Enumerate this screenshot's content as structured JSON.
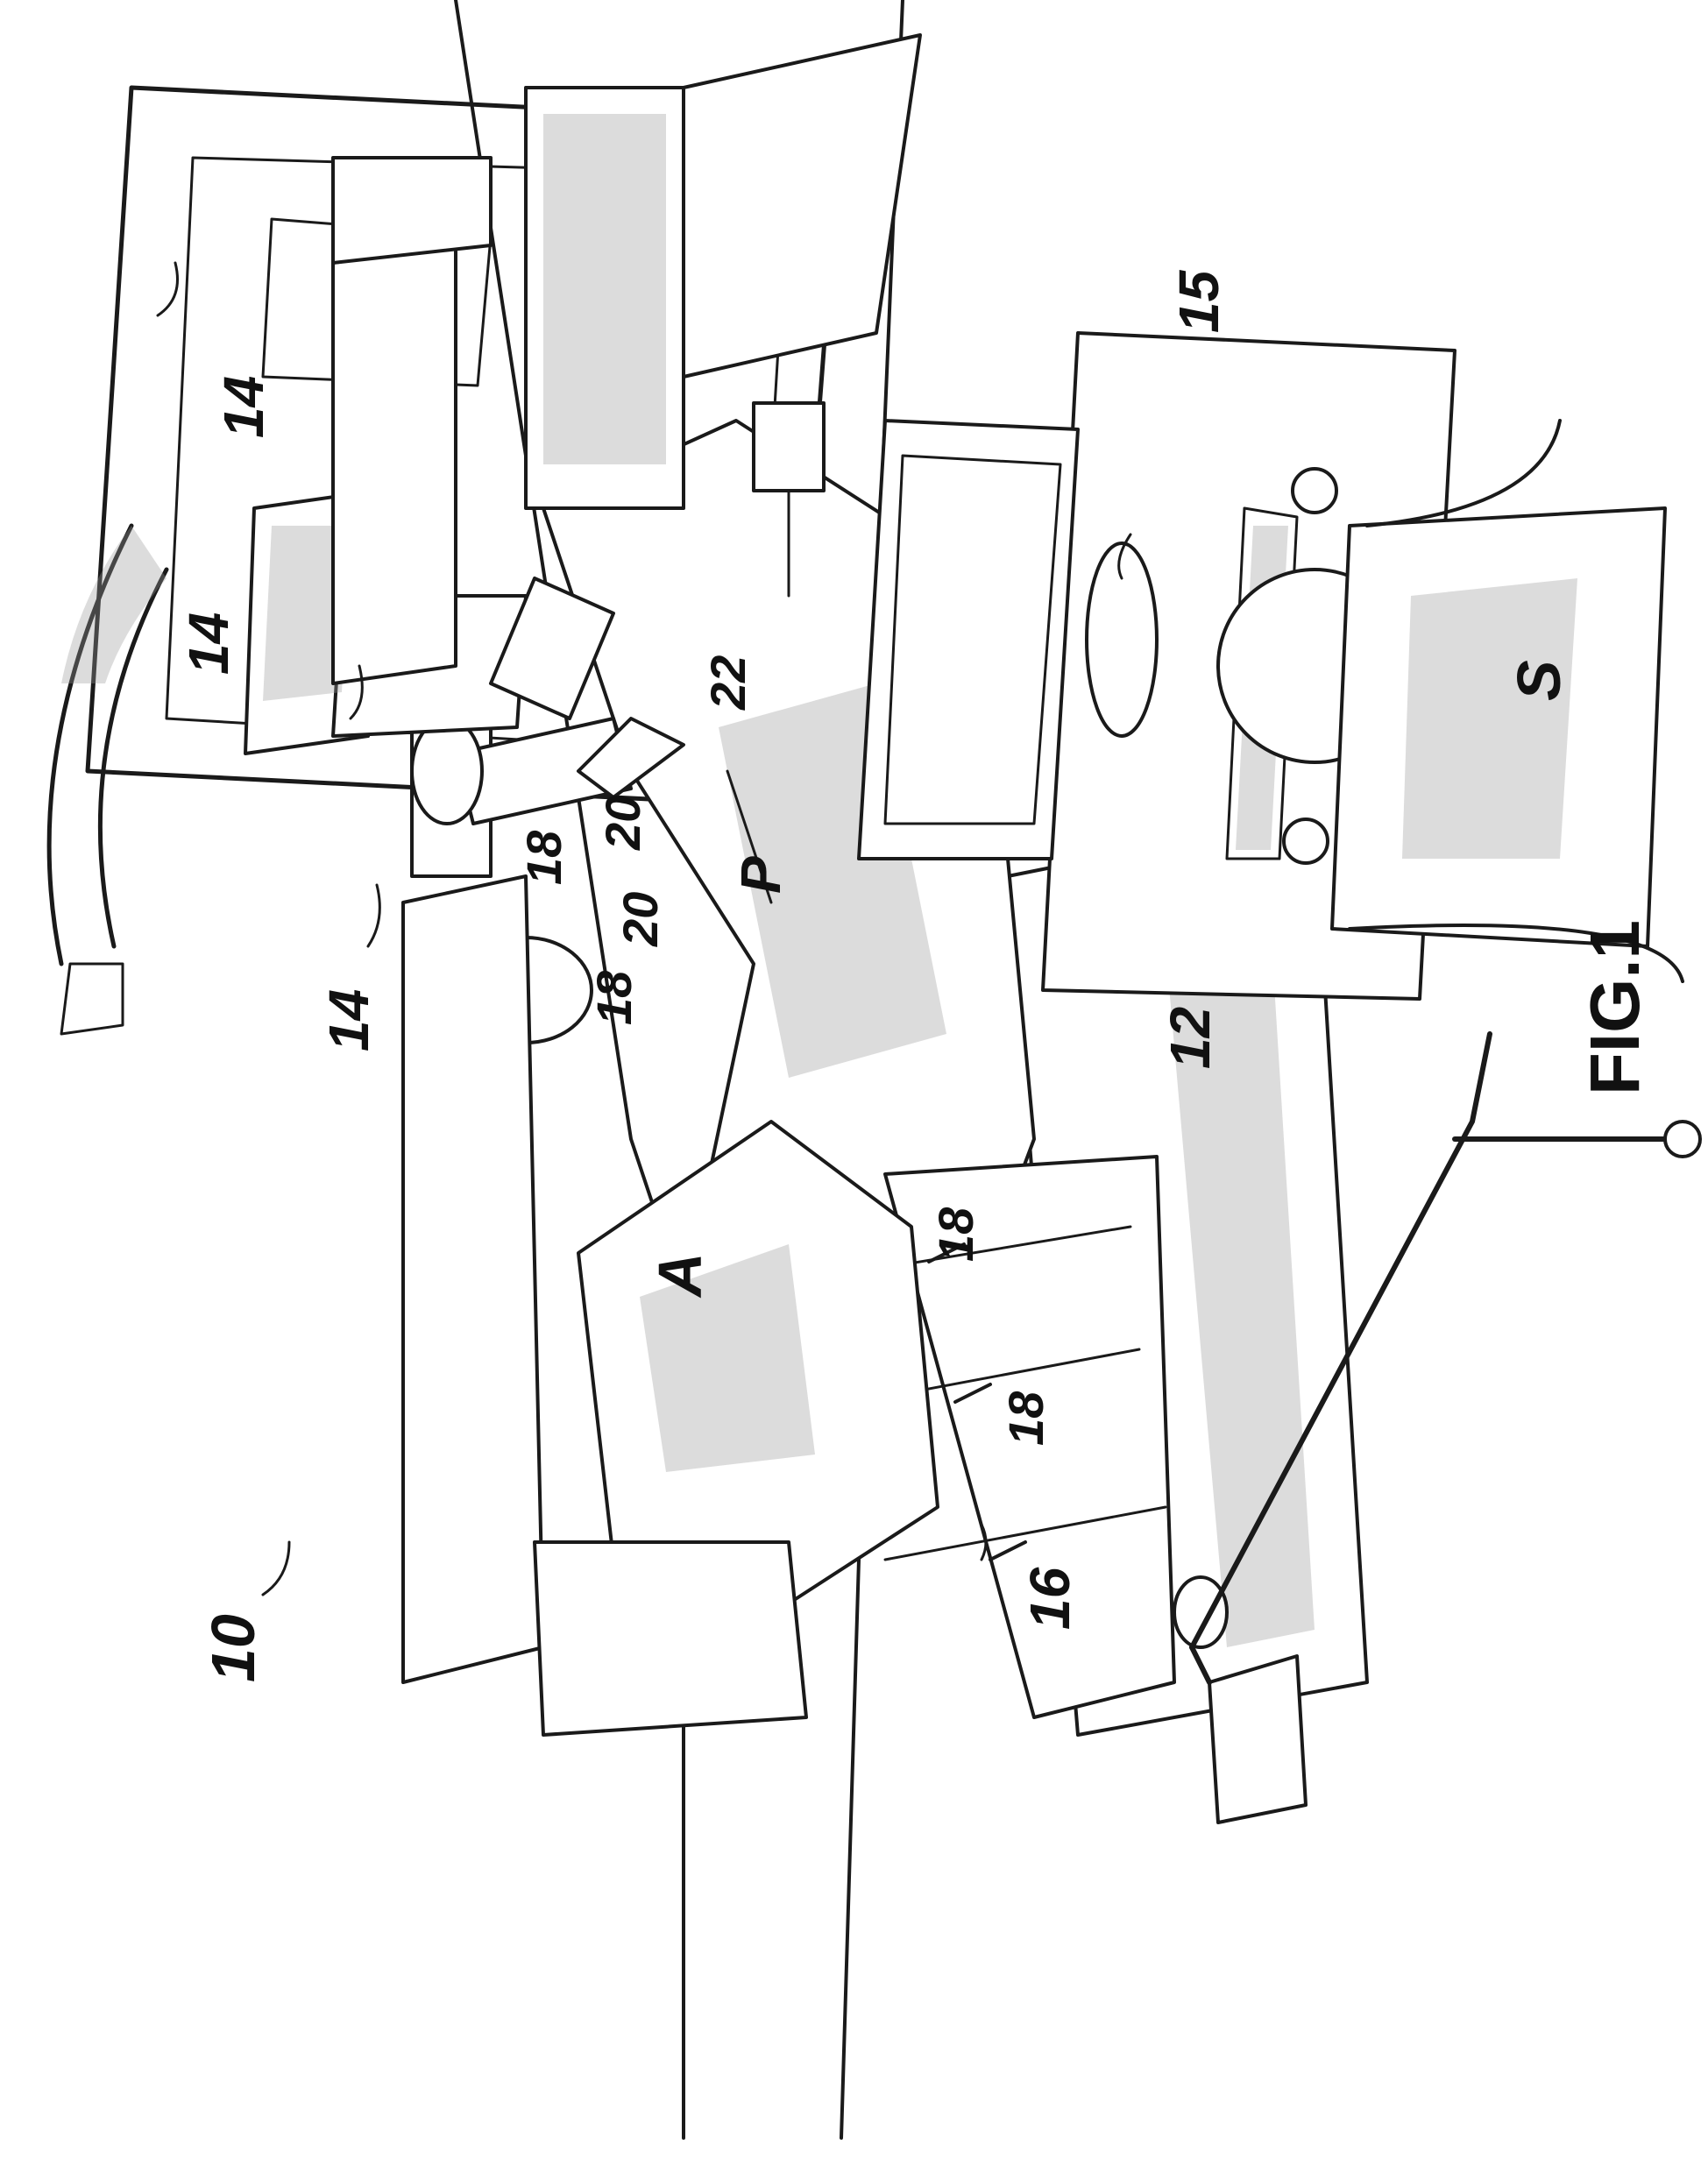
{
  "figure": {
    "caption": "FIG.1",
    "labels": {
      "system": "10",
      "table": "12",
      "arm_left": "14",
      "arm_center": "14",
      "arm_right": "14",
      "console": "15",
      "tray": "16",
      "instrument_a": "18",
      "instrument_b": "18",
      "instrument_c": "18",
      "instrument_d": "18",
      "tool_a": "20",
      "tool_b": "20",
      "endoscope": "22",
      "patient": "P",
      "assistant": "A",
      "surgeon": "S"
    }
  },
  "colors": {
    "ink": "#1a1a1a",
    "paper": "#ffffff",
    "shading": "#9a9a9a"
  }
}
